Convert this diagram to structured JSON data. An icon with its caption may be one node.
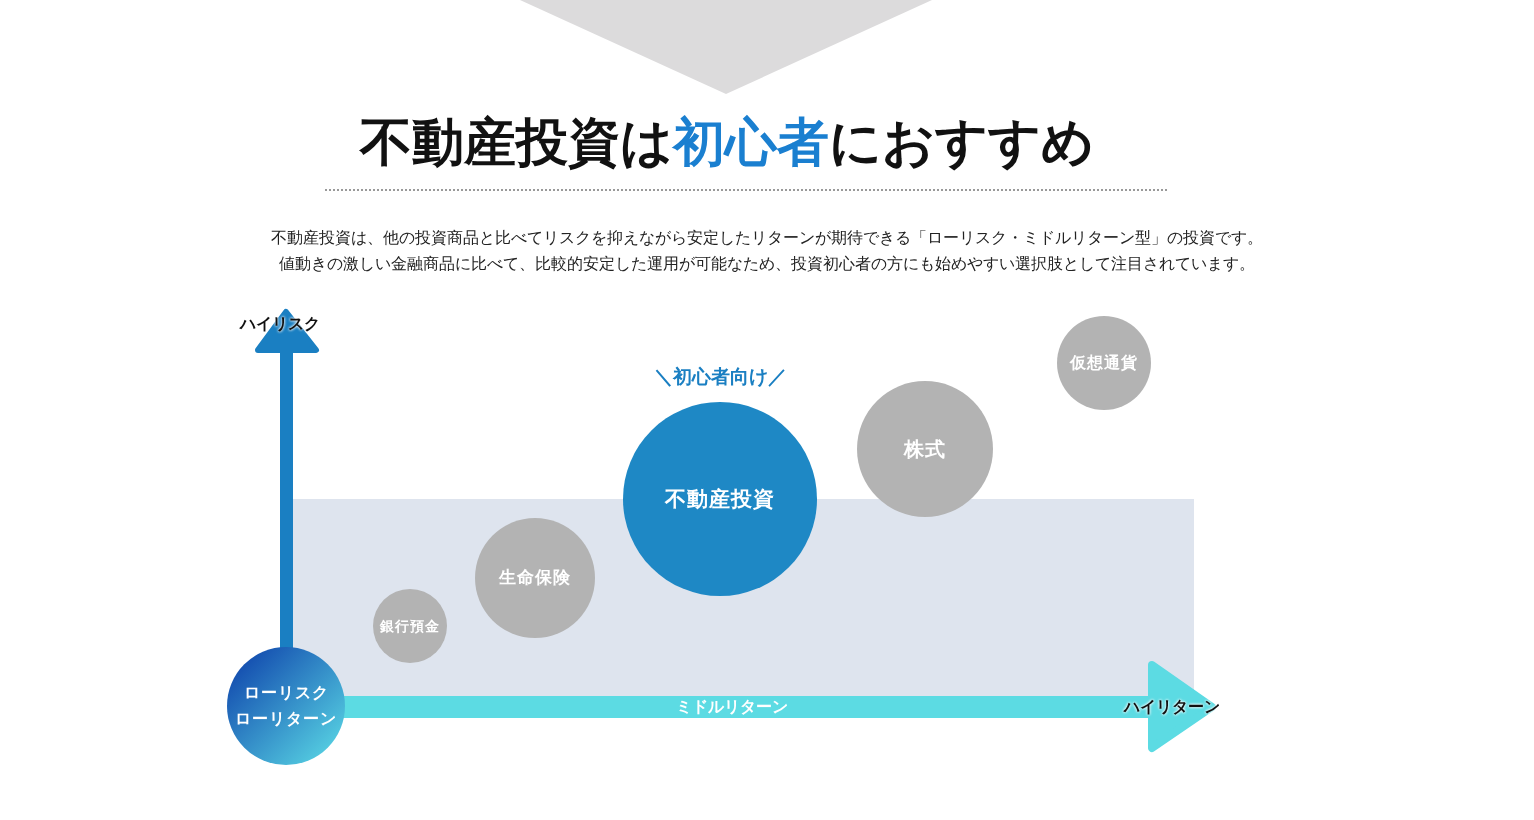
{
  "diagram": {
    "title": "不動産投資は**初心者**におすすめ",
    "nodes": [
      {
        "text": [
          "ローリスク",
          "ローリターン"
        ]
      },
      {
        "text": [
          "銀行預金"
        ]
      },
      {
        "text": [
          "生命保険"
        ]
      },
      {
        "text": [
          "不動産投資"
        ],
        "beside": [
          "＼初心者向け／"
        ]
      },
      {
        "text": [
          "株式"
        ]
      },
      {
        "text": [
          "仮想通貨"
        ]
      }
    ],
    "edges": [],
    "labels": [
      "不動産投資は、他の投資商品と比べてリスクを抑えながら安定したリターンが期待できる「ローリスク・ミドルリターン型」の投資です。",
      "値動きの激しい金融商品に比べて、比較的安定した運用が可能なため、投資初心者の方にも始めやすい選択肢として注目されています。",
      "ハイリスク",
      "ミドルリターン",
      "ハイリターン"
    ]
  }
}
